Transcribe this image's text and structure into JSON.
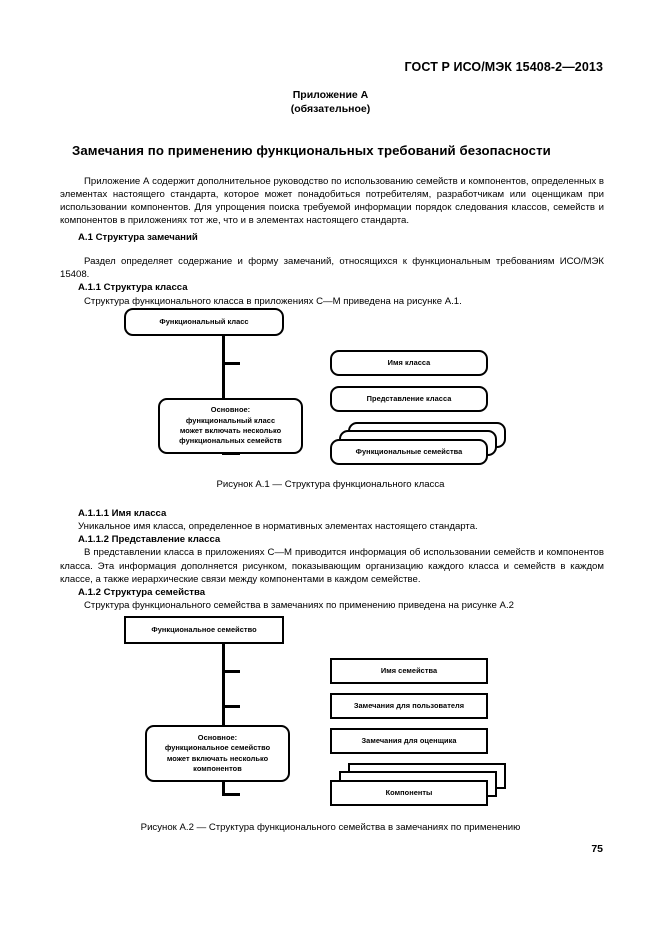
{
  "document": {
    "header": "ГОСТ Р ИСО/МЭК 15408-2—2013",
    "page_number": "75",
    "appendix": {
      "line1": "Приложение А",
      "line2": "(обязательное)"
    },
    "main_heading": "Замечания по применению функциональных требований безопасности",
    "intro_paragraph": "Приложение А содержит дополнительное руководство по использованию семейств и компонентов, определенных в элементах настоящего стандарта, которое может понадобиться потребителям, разработчикам или оценщикам при использовании компонентов. Для упрощения поиска требуемой информации порядок следования классов, семейств и компонентов в приложениях тот же, что и в элементах настоящего стандарта.",
    "sections": [
      {
        "id": "A.1",
        "heading": "А.1 Структура замечаний",
        "body": "Раздел определяет содержание и форму замечаний, относящихся к функциональным требованиям ИСО/МЭК 15408."
      },
      {
        "id": "A.1.1",
        "heading": "А.1.1 Структура класса",
        "body": "Структура функционального класса в приложениях С—М приведена на рисунке А.1."
      },
      {
        "id": "A.1.1.1",
        "heading": "А.1.1.1 Имя класса",
        "body": "Уникальное имя класса, определенное в нормативных элементах настоящего стандарта."
      },
      {
        "id": "A.1.1.2",
        "heading": "А.1.1.2 Представление класса",
        "body": "В представлении класса в приложениях С—М приводится информация об использовании семейств и компонентов класса. Эта информация дополняется рисунком, показывающим организацию каждого класса и семейств в каждом классе, а также иерархические связи между компонентами в каждом семействе."
      },
      {
        "id": "A.1.2",
        "heading": "А.1.2 Структура семейства",
        "body": "Структура функционального семейства в замечаниях по применению приведена на рисунке А.2"
      }
    ],
    "figure1": {
      "caption": "Рисунок А.1 — Структура функционального класса",
      "root": "Функциональный класс",
      "children": [
        "Имя класса",
        "Представление класса",
        "Функциональные семейства"
      ],
      "note": [
        "Основное:",
        "функциональный класс",
        "может включать несколько",
        "функциональных семейств"
      ]
    },
    "figure2": {
      "caption": "Рисунок А.2 — Структура функционального семейства в замечаниях по применению",
      "root": "Функциональное семейство",
      "children": [
        "Имя семейства",
        "Замечания для пользователя",
        "Замечания для оценщика",
        "Компоненты"
      ],
      "note": [
        "Основное:",
        "функциональное семейство",
        "может включать несколько",
        "компонентов"
      ]
    }
  }
}
